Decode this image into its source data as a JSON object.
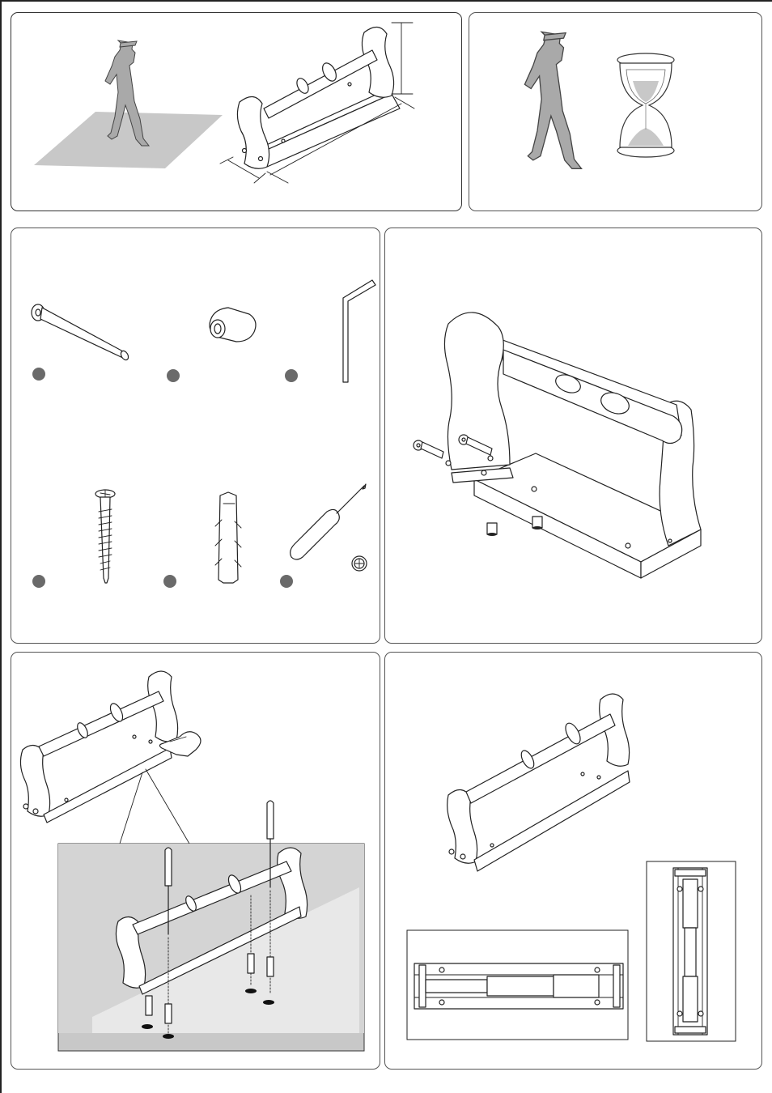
{
  "document": {
    "type": "assembly-instructions",
    "panels": [
      {
        "id": "1",
        "content": "person-and-dimensions"
      },
      {
        "id": "2",
        "content": "person-and-hourglass"
      },
      {
        "id": "3",
        "content": "parts-list"
      },
      {
        "id": "4",
        "content": "bolt-assembly"
      },
      {
        "id": "5",
        "content": "wall-mounting"
      },
      {
        "id": "6",
        "content": "finished-views"
      }
    ],
    "parts": [
      {
        "icon": "bolt-icon"
      },
      {
        "icon": "spacer-icon"
      },
      {
        "icon": "hex-key-icon"
      },
      {
        "icon": "screw-icon"
      },
      {
        "icon": "wall-plug-icon"
      },
      {
        "icon": "screwdriver-icon"
      }
    ],
    "colors": {
      "border": "#555555",
      "shade": "#c8c8c8",
      "badge": "#6a6a6a",
      "silhouette": "#a9a9a9"
    }
  }
}
